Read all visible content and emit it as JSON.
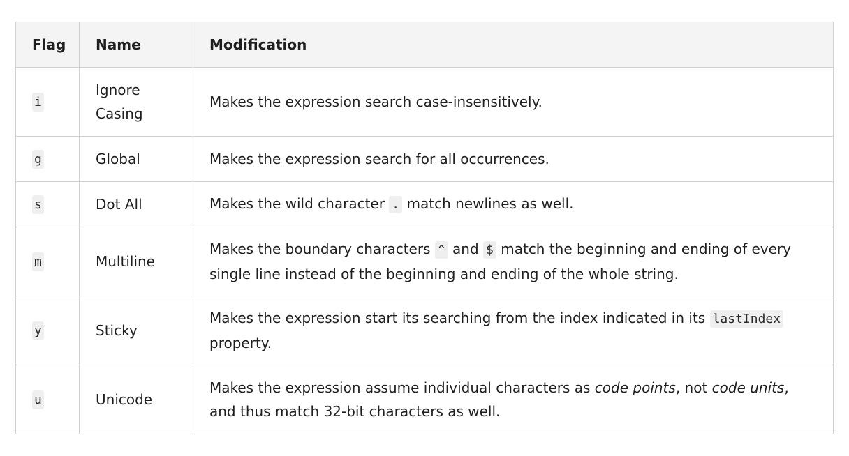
{
  "table": {
    "headers": [
      "Flag",
      "Name",
      "Modification"
    ],
    "rows": [
      {
        "flag": "i",
        "name": "Ignore Casing",
        "mod": {
          "text": "Makes the expression search case-insensitively."
        }
      },
      {
        "flag": "g",
        "name": "Global",
        "mod": {
          "text": "Makes the expression search for all occurrences."
        }
      },
      {
        "flag": "s",
        "name": "Dot All",
        "mod": {
          "before": "Makes the wild character ",
          "code": ".",
          "after": " match newlines as well."
        }
      },
      {
        "flag": "m",
        "name": "Multiline",
        "mod": {
          "before": "Makes the boundary characters ",
          "code1": "^",
          "middle": " and ",
          "code2": "$",
          "after": " match the beginning and ending of every single line instead of the beginning and ending of the whole string."
        }
      },
      {
        "flag": "y",
        "name": "Sticky",
        "mod": {
          "before": "Makes the expression start its searching from the index indicated in its ",
          "code": "lastIndex",
          "after": " property."
        }
      },
      {
        "flag": "u",
        "name": "Unicode",
        "mod": {
          "before": "Makes the expression assume individual characters as ",
          "em1": "code points",
          "middle": ", not ",
          "em2": "code units",
          "after": ", and thus match 32-bit characters as well."
        }
      }
    ]
  }
}
